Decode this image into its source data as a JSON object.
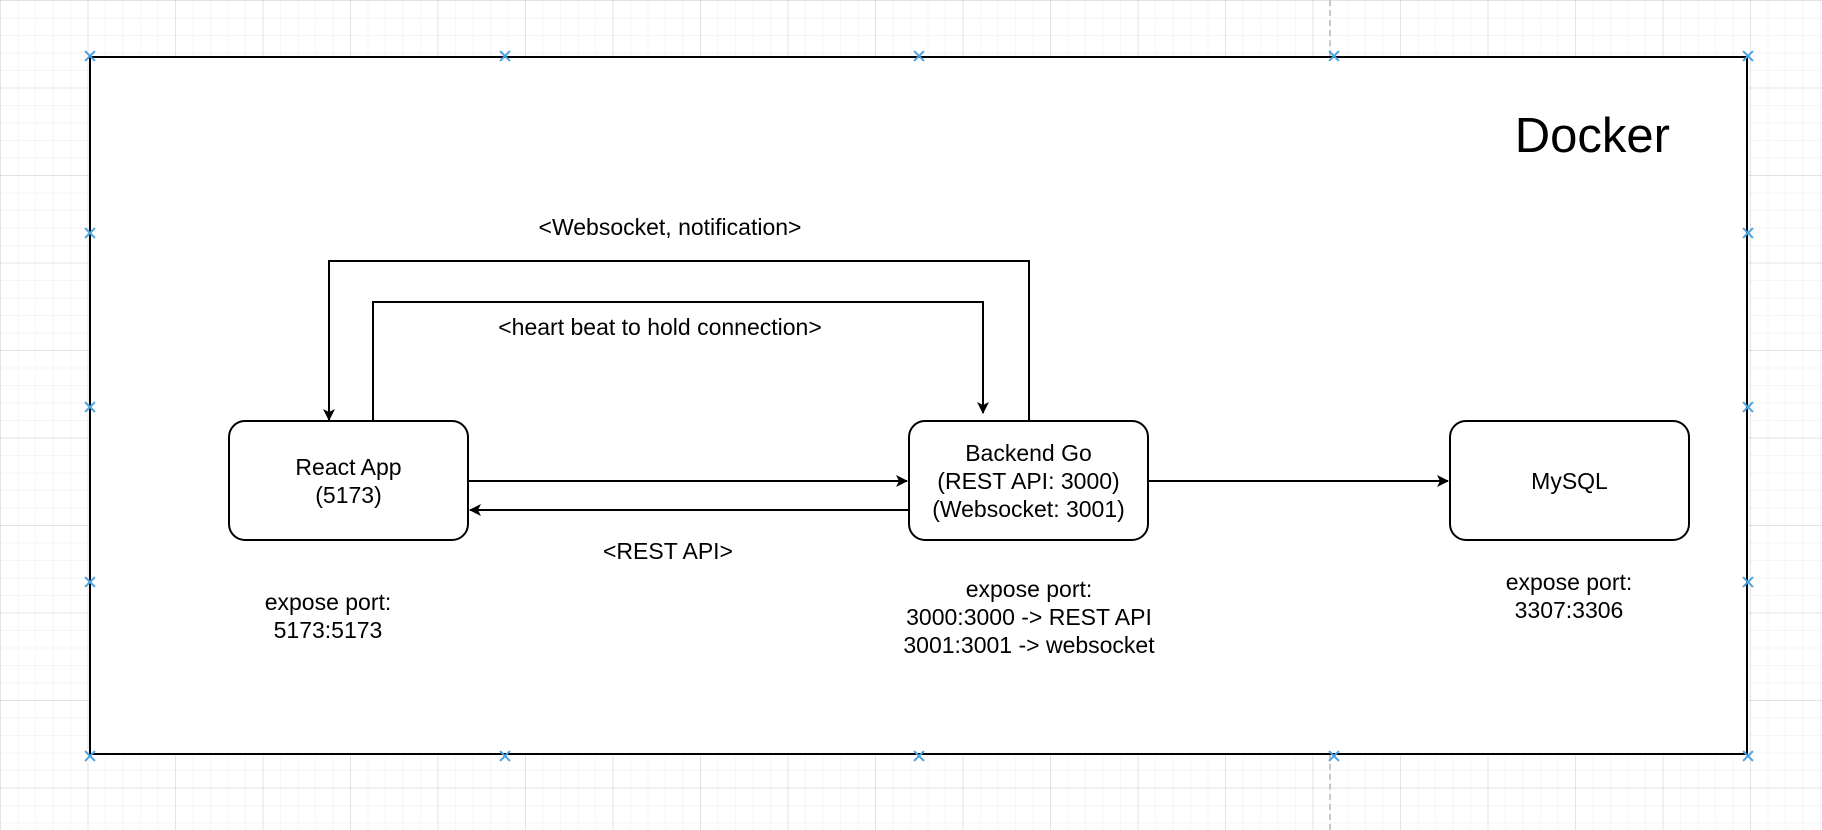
{
  "container": {
    "title": "Docker"
  },
  "nodes": {
    "react": {
      "line1": "React App",
      "line2": "(5173)"
    },
    "backend": {
      "line1": "Backend Go",
      "line2": "(REST API: 3000)",
      "line3": "(Websocket: 3001)"
    },
    "mysql": {
      "line1": "MySQL"
    }
  },
  "edges": {
    "websocket_label": "<Websocket, notification>",
    "heartbeat_label": "<heart beat to hold connection>",
    "rest_label": "<REST API>"
  },
  "ports": {
    "react": {
      "line1": "expose port:",
      "line2": "5173:5173"
    },
    "backend": {
      "line1": "expose port:",
      "line2": "3000:3000 -> REST API",
      "line3": "3001:3001 -> websocket"
    },
    "mysql": {
      "line1": "expose port:",
      "line2": "3307:3306"
    }
  },
  "colors": {
    "stroke": "#000000",
    "selection_handle": "#4aa3df",
    "grid": "#e6e6e6"
  }
}
